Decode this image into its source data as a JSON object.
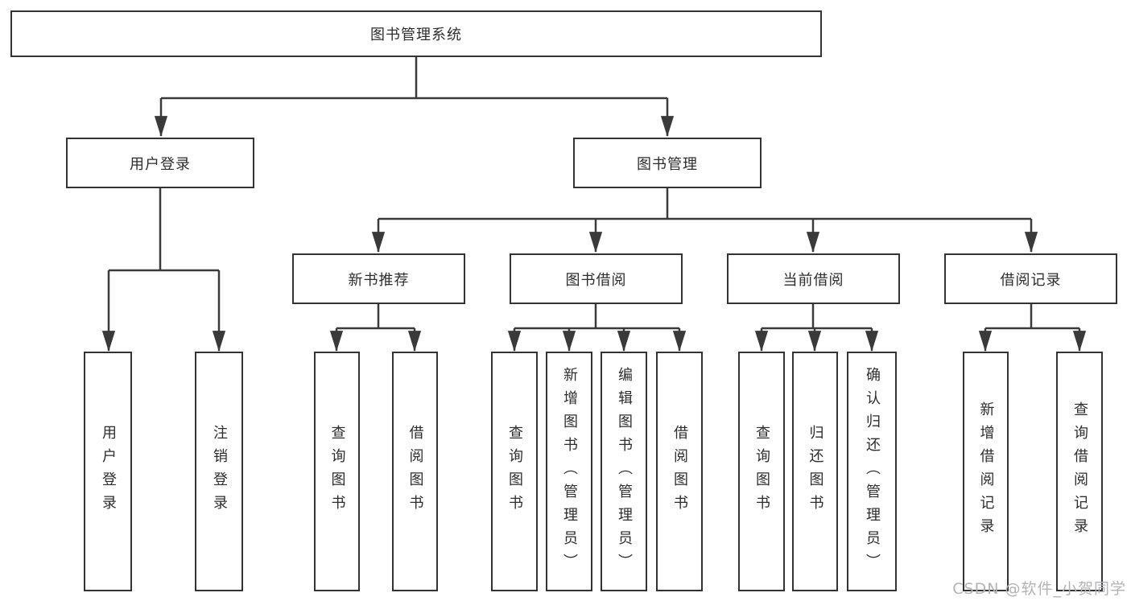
{
  "diagram": {
    "root": {
      "label": "图书管理系统"
    },
    "branches": [
      {
        "label": "用户登录",
        "children": [
          {
            "label": "用户登录"
          },
          {
            "label": "注销登录"
          }
        ]
      },
      {
        "label": "图书管理",
        "children": [
          {
            "label": "新书推荐",
            "children": [
              {
                "label": "查询图书"
              },
              {
                "label": "借阅图书"
              }
            ]
          },
          {
            "label": "图书借阅",
            "children": [
              {
                "label": "查询图书"
              },
              {
                "label": "新增图书（管理员）"
              },
              {
                "label": "编辑图书（管理员）"
              },
              {
                "label": "借阅图书"
              }
            ]
          },
          {
            "label": "当前借阅",
            "children": [
              {
                "label": "查询图书"
              },
              {
                "label": "归还图书"
              },
              {
                "label": "确认归还（管理员）"
              }
            ]
          },
          {
            "label": "借阅记录",
            "children": [
              {
                "label": "新增借阅记录"
              },
              {
                "label": "查询借阅记录"
              }
            ]
          }
        ]
      }
    ],
    "colors": {
      "line": "#3a3a3a",
      "box_border": "#333333",
      "box_fill": "#ffffff",
      "text": "#2d2d2d",
      "watermark": "#b3b3b6"
    }
  },
  "watermark": {
    "text": "CSDN @软件_小贺同学"
  }
}
